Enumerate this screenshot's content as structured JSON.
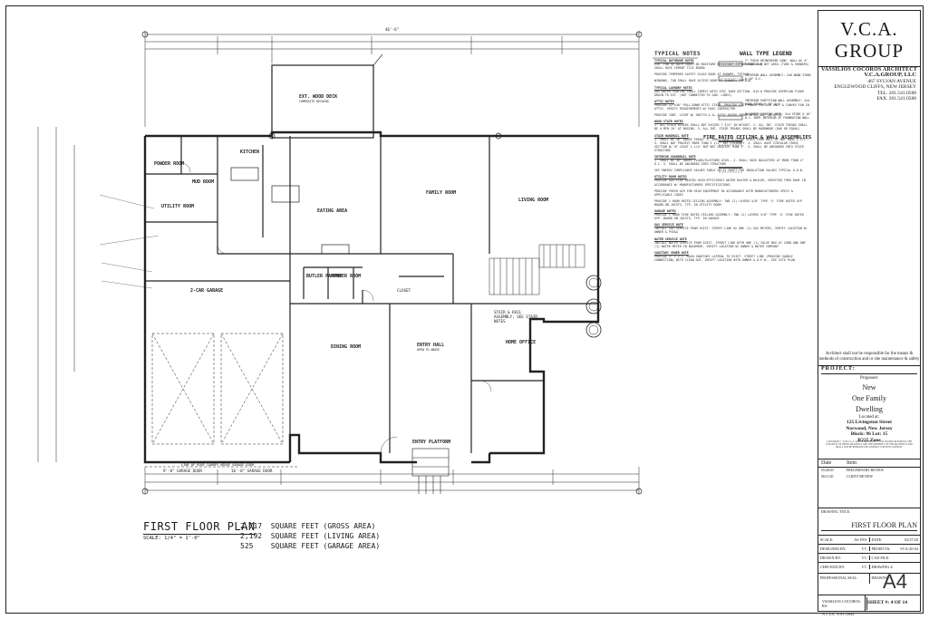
{
  "plan": {
    "title": "FIRST FLOOR PLAN",
    "scale": "SCALE: 1/4\" = 1'-0\"",
    "areas": [
      {
        "value": "2,717",
        "label": "SQUARE FEET (GROSS AREA)"
      },
      {
        "value": "2,192",
        "label": "SQUARE FEET (LIVING AREA)"
      },
      {
        "value": "525",
        "label": "SQUARE FEET (GARAGE AREA)"
      }
    ],
    "overall_dim": "46'-6\"",
    "rooms": {
      "deck": "EXT. WOOD DECK",
      "deck_sub": "COMPOSITE DECKING",
      "powder": "POWDER ROOM",
      "mud": "MUD ROOM",
      "utility": "UTILITY ROOM",
      "kitchen": "KITCHEN",
      "eating": "EATING AREA",
      "family": "FAMILY ROOM",
      "living": "LIVING ROOM",
      "garage": "2-CAR GARAGE",
      "butler": "BUTLER PANTRY",
      "powder2": "POWDER ROOM",
      "dining": "DINING ROOM",
      "entry": "ENTRY HALL",
      "entry_sub": "OPEN TO ABOVE",
      "office": "HOME OFFICE",
      "platform": "ENTRY PLATFORM",
      "coats": "CLOSET",
      "stair": "STAIR & RAIL ASSEMBLY, SEE STAIR NOTES"
    },
    "bottom_dims": [
      "9'-0\" GARAGE DOOR",
      "16'-0\" GARAGE DOOR"
    ],
    "roof_note": "LINE OF ROOF CANOPY ABOVE GARAGE DOOR"
  },
  "notes": {
    "typical_header": "TYPICAL NOTES",
    "items": [
      {
        "head": "TYPICAL BATHROOM NOTES",
        "body": "EXH. FAN 45 BATH SHALL BE MOISTURE RESISTANT GYPSUM BOARDS @ WET AREA (TUBS & SHOWERS) SHALL HAVE CEMENT TILE BOARD"
      },
      {
        "head": "",
        "body": "PROVIDE TEMPERED SAFETY GLASS DOOR AT SHOWER, TYPICAL."
      },
      {
        "head": "",
        "body": "WINDOWS, TUB SHALL HAVE ACCESS DOOR AT SHOWER, TYPICAL"
      },
      {
        "head": "TYPICAL LAUNDRY NOTES",
        "body": "GAS DRYER VENTING SHALL COMPLY WITH IFGC 2009 SECTION. 614.6 PROVIDE OVERFLOW FLOOR DRAIN TO EXT. (NOT CONNECTED TO SAN. LINES)"
      },
      {
        "head": "ATTIC NOTES",
        "body": "PROVIDE 22\"x30\" PULL-DOWN ATTIC STAIR. PROVIDE EXIT POWER FOR AIR UNIT & CONVEX FAN IN ATTIC. VERIFY REQUIREMENTS W/ HVAC CONTRACTOR"
      },
      {
        "head": "",
        "body": "PROVIDE CONT. LIGHT W/ SWITCH & 1L ATTIC RATED SMOKE DETECTOR, IN ATTIC"
      },
      {
        "head": "WOOD STAIR NOTES",
        "body": "1. ALL STAIR RISERS SHALL NOT EXCEED 7 3/4\" IN HEIGHT. 2. ALL INT. STAIR TREADS SHALL BE A MIN 10\" AT NOSING. 3. ALL INT. STAIR TREADS SHALL BE HARDWOOD (OAK OR EQUAL)"
      },
      {
        "head": "STAIR HANDRAIL NOTE",
        "body": "1. SHALL BE 36\" ABOVE TREAD. 2. SHALL HAVE A CLEAR SPACE FROM WALL OF NOT MORE 1-1/2\". 3. SHALL NOT PROJECT MORE THAN 3 1/2\" INT STAIRWAY. 4. SHALL HAVE CIRCULAR CROSS SECTION W/ AT LEAST 1-1/4\" BUT NOT GREATER THAN 2\". 5. SHALL BE ANCHORED INTO STAIR STRUCTURE"
      },
      {
        "head": "INTERIOR GUARDRAIL NOTE",
        "body": "1. SHALL BE 36\" ABOVE FLOOR/PLATFORM LEVEL. 2. SHALL HAVE BALUSTERS AT MORE THAN 4\" O.C. 3. SHALL BE ANCHORED INTO STRUCTURE"
      },
      {
        "head": "",
        "body": "SEE ENERGY COMPLIANCE VALUES TABLE ON A1 SHEET FOR INSULATION VALUES TYPICAL U.O.N."
      },
      {
        "head": "UTILITY ROOM NOTES",
        "body": "PROVIDE GAS-FIRE HEATED HIGH EFFICIENCY WATER HEATER & BOILER, VERIFIED THRU ROOF IN ACCORDANCE W/ MANUFACTURERS SPECIFICATIONS."
      },
      {
        "head": "",
        "body": "PROVIDE FRESH AIR FOR HIGH EQUIPMENT IN ACCORDANCE WITH MANUFACTURERS SPECS & APPLICABLE CODES"
      },
      {
        "head": "",
        "body": "PROVIDE 1 HOUR RATED CEILING ASSEMBLY: TWO (2) LAYERS 5/8\" TYPE 'X' FIRE RATED GYP. BOARD ON JOISTS, TYP. IN UTILITY ROOM"
      },
      {
        "head": "GARAGE NOTES",
        "body": "PROVIDE 1 HOUR FIRE RATED CEILING ASSEMBLY: TWO (2) LAYERS 5/8\" TYPE 'X' FIRE RATED GYP. BOARD ON JOISTS, TYP. IN GARAGE"
      },
      {
        "head": "GAS SERVICE NOTE",
        "body": "INSTALL GAS SERVICE FROM EXIST. STREET LINE W/ ONE (1) GAS METERS, VERIFY LOCATION W/ OWNER & PSE&G"
      },
      {
        "head": "WATER SERVICE NOTE",
        "body": "INSTALL WATER SERVICE FROM EXIST. STREET LINE WITH ONE (1) VALVE BOX AT CURB AND ONE (1) WATER METER IN BASEMENT, VERIFY LOCATION W/ OWNER & WATER COMPANY"
      },
      {
        "head": "SANITARY SEWER NOTE",
        "body": "PROVIDE 4\" P.V.C. MAIN SANITARY LATERAL TO EXIST. STREET LINE (PROVIDE SADDLE CONNECTION) WITH CLEAN OUT, VERIFY LOCATION WITH OWNER & D.P.W., SEE SITE PLAN"
      }
    ]
  },
  "legend": {
    "title": "WALL TYPE LEGEND",
    "fire_title": "FIRE RATED CEILING & WALL ASSEMBLIES",
    "items": [
      "2\" THICK REINFORCED CONC. WALL W/ 4\" REINF. BAR",
      "EXTERIOR WALL ASSEMBLY: 2x6 WOOD STUDS @ 16\" O.C.",
      "INTERIOR PARTITION WALL ASSEMBLY: 2x4 WOOD STUDS @ 16\" O.C.",
      "BASEMENT FURRING NOTE: 2x4 STUDS @ 16\" O.C. OVER INTERIOR OF FOUNDATION WALL"
    ]
  },
  "firm": {
    "logo": "V.C.A. GROUP",
    "tagline": "VASSILIOS COCOROS ARCHITECT",
    "company": "V.C.A.GROUP, LLC",
    "street": "467 SYLVAN AVENUE",
    "city": "ENGLEWOOD CLIFFS, NEW JERSEY",
    "tel": "TEL. 201.541.0588",
    "fax": "FAX. 201.541.0588",
    "disclaimer": "Architect shall not be responsible for the means & methods of construction and or site maintenance & safety"
  },
  "project": {
    "label": "PROJECT:",
    "proposed": "Proposed:",
    "name1": "New",
    "name2": "One Family",
    "name3": "Dwelling",
    "located": "Located at:",
    "street": "125 Livingston Street",
    "town": "Norwood, New Jersey",
    "block": "Block: 96 Lot: 15",
    "zone": "R225 Zone",
    "copyright": "COPYRIGHT © 2018 V.C.A. GROUP ARCHITECT — ALL RIGHTS RESERVED. THE CONTENTS OF THESE DRAWINGS ARE THE PROPERTY OF THE ARCHITECT AND SHALL NOT BE REPRODUCED WITHOUT WRITTEN CONSENT."
  },
  "revisions": {
    "head_date": "Date",
    "head_item": "Item",
    "rows": [
      {
        "date": "05/28/20",
        "item": "PRELIMINARY REVIEW"
      },
      {
        "date": "06/11/20",
        "item": "CLIENT REVIEW"
      }
    ]
  },
  "titleblock": {
    "drawing_title_label": "DRAWING TITLE:",
    "drawing_title": "FIRST FLOOR PLAN",
    "rows": [
      [
        {
          "k": "SCALE:",
          "v": "AS NTS"
        },
        {
          "k": "DATE:",
          "v": "02/27/20"
        }
      ],
      [
        {
          "k": "DESIGNED BY:",
          "v": "VC"
        },
        {
          "k": "PROJECT#:",
          "v": "VCA-20-04"
        }
      ],
      [
        {
          "k": "DRAWN BY:",
          "v": "VC"
        },
        {
          "k": "CAD FILE:",
          "v": ""
        }
      ],
      [
        {
          "k": "CHECKED BY:",
          "v": "VC"
        },
        {
          "k": "DRAWING #",
          "v": ""
        }
      ]
    ],
    "seal_label": "PROFESSIONAL SEAL:",
    "drawing_label": "DRAWING:",
    "sheet_code": "A4",
    "architect": "VASSILIOS COCOROS, RA",
    "license": "N.J. LIC. # AI 13044",
    "sheet": "SHEET #: 4 OF 14"
  }
}
